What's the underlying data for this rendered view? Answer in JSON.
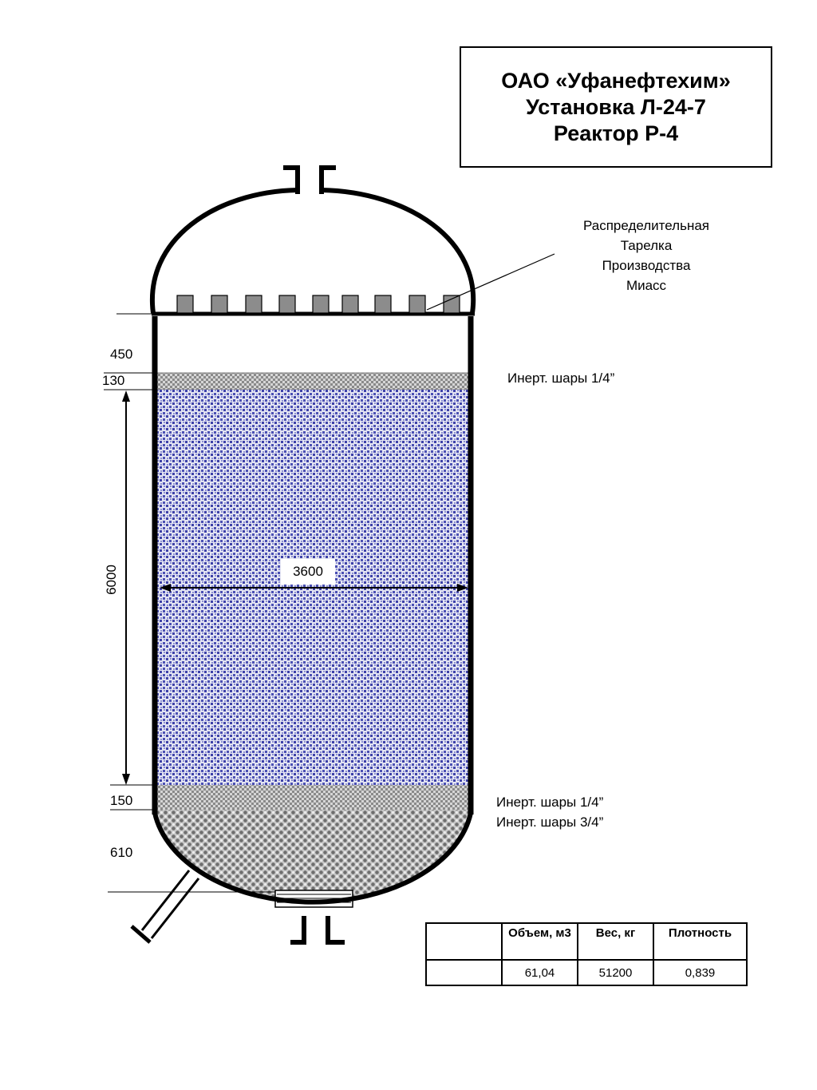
{
  "title": {
    "line1": "ОАО «Уфанефтехим»",
    "line2": "Установка Л-24-7",
    "line3": "Реактор Р-4"
  },
  "distributor_label": {
    "line1": "Распределительная",
    "line2": "Тарелка",
    "line3": "Производства",
    "line4": "Миасс"
  },
  "layer_labels": {
    "top_inert": "Инерт. шары 1/4”",
    "bottom_inert_small": "Инерт. шары 1/4”",
    "bottom_inert_large": "Инерт. шары 3/4”"
  },
  "dimensions": {
    "top_gap": "450",
    "top_inert": "130",
    "bed_height": "6000",
    "diameter": "3600",
    "bottom_inert_small": "150",
    "bottom_inert_large": "610"
  },
  "spec_table": {
    "headers": [
      "",
      "Объем, м3",
      "Вес, кг",
      "Плотность"
    ],
    "row": [
      "",
      "61,04",
      "51200",
      "0,839"
    ]
  },
  "colors": {
    "catalyst_bed": "#5a5fb8",
    "inert_balls": "#9a9a9a",
    "outline": "#000000"
  }
}
